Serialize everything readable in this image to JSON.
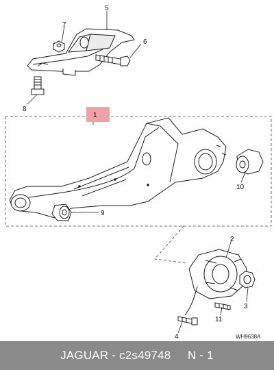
{
  "diagram": {
    "callouts": [
      "1",
      "2",
      "3",
      "4",
      "5",
      "6",
      "7",
      "8",
      "9",
      "10",
      "11"
    ],
    "drawing_code": "WH9638A"
  },
  "footer": {
    "brand": "JAGUAR",
    "separator": " - ",
    "part_code": "c2s49748",
    "page": "N - 1"
  },
  "colors": {
    "highlight": "#f0a0a8",
    "footer_bg": "#8a8a8a",
    "line": "#1a1a1a"
  }
}
